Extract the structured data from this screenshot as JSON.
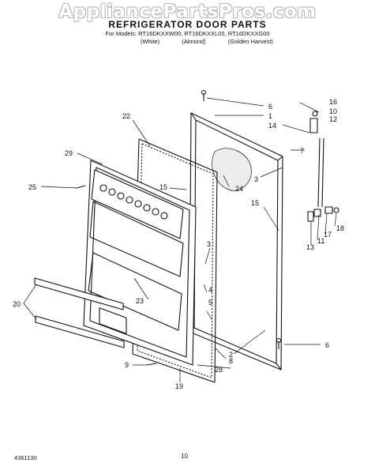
{
  "watermark": "AppliancePartsPros.com",
  "header": {
    "title": "REFRIGERATOR DOOR PARTS",
    "models_line": "For Models: RT16DKXXW00, RT16DKXXL00, RT16DKXXG00",
    "color_labels": [
      "(White)",
      "(Almond)",
      "(Golden Harvest)"
    ]
  },
  "callouts": [
    {
      "id": "c6a",
      "label": "6"
    },
    {
      "id": "c1",
      "label": "1"
    },
    {
      "id": "c22",
      "label": "22"
    },
    {
      "id": "c16",
      "label": "16"
    },
    {
      "id": "c10",
      "label": "10"
    },
    {
      "id": "c12",
      "label": "12"
    },
    {
      "id": "c14",
      "label": "14"
    },
    {
      "id": "c7",
      "label": "7"
    },
    {
      "id": "c29",
      "label": "29"
    },
    {
      "id": "c25",
      "label": "25"
    },
    {
      "id": "c15a",
      "label": "15"
    },
    {
      "id": "c24",
      "label": "24"
    },
    {
      "id": "c3a",
      "label": "3"
    },
    {
      "id": "c15b",
      "label": "15"
    },
    {
      "id": "c18",
      "label": "18"
    },
    {
      "id": "c17",
      "label": "17"
    },
    {
      "id": "c11",
      "label": "11"
    },
    {
      "id": "c13",
      "label": "13"
    },
    {
      "id": "c3b",
      "label": "3"
    },
    {
      "id": "c23",
      "label": "23"
    },
    {
      "id": "c4",
      "label": "4"
    },
    {
      "id": "c5",
      "label": "5"
    },
    {
      "id": "c20",
      "label": "20"
    },
    {
      "id": "c2",
      "label": "2"
    },
    {
      "id": "c6b",
      "label": "6"
    },
    {
      "id": "c8",
      "label": "8"
    },
    {
      "id": "c9",
      "label": "9"
    },
    {
      "id": "c28",
      "label": "28"
    },
    {
      "id": "c19",
      "label": "19"
    }
  ],
  "footer": {
    "code": "4361130",
    "page": "10"
  }
}
